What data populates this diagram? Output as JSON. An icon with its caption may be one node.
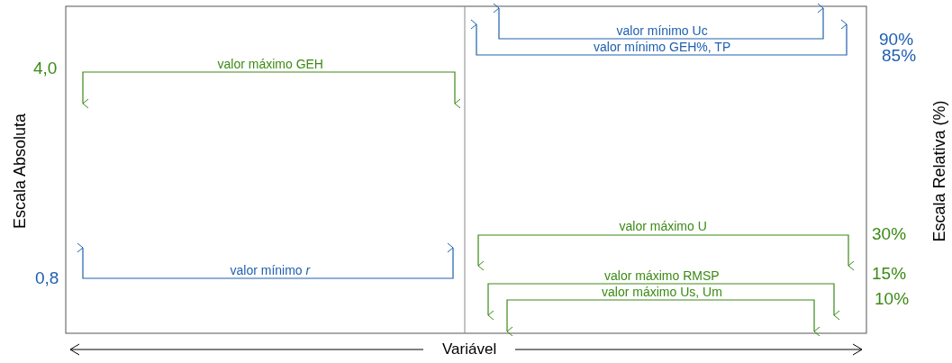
{
  "diagram": {
    "labels": [
      "valor mínimo Uc",
      "valor mínimo GEH%, TP",
      "90%",
      "85%",
      "4,0",
      "valor máximo GEH",
      "Escala Absoluta",
      "Escala Relativa (%)",
      "valor máximo U",
      "30%",
      "0,8",
      "valor mínimo *r*",
      "valor máximo RMSP",
      "15%",
      "valor máximo Us, Um",
      "10%",
      "Variável"
    ]
  }
}
